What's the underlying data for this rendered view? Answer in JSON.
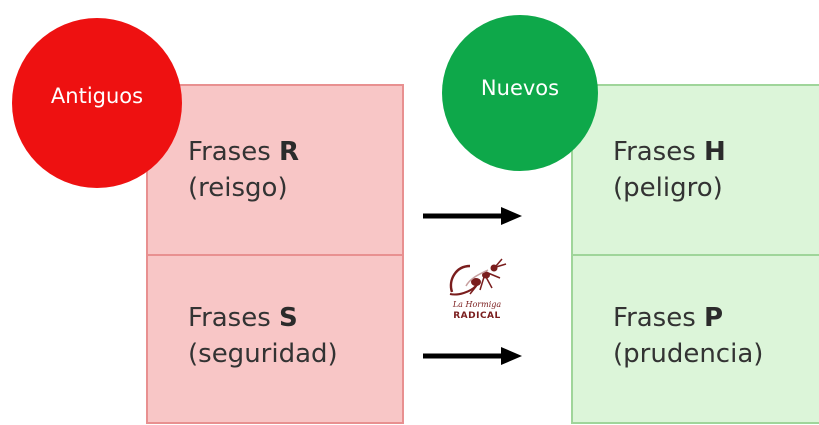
{
  "old": {
    "badge": "Antiguos",
    "top": {
      "prefix": "Frases ",
      "letter": "R",
      "desc": "(reisgo)"
    },
    "bottom": {
      "prefix": "Frases ",
      "letter": "S",
      "desc": "(seguridad)"
    }
  },
  "new": {
    "badge": "Nuevos",
    "top": {
      "prefix": "Frases ",
      "letter": "H",
      "desc": "(peligro)"
    },
    "bottom": {
      "prefix": "Frases ",
      "letter": "P",
      "desc": "(prudencia)"
    }
  },
  "logo": {
    "small_text": "La Hormiga",
    "big_text": "RADICAL"
  },
  "colors": {
    "old_badge": "#ee1111",
    "new_badge": "#0ea84a",
    "old_fill": "#f8c6c6",
    "new_fill": "#dcf5d9"
  }
}
